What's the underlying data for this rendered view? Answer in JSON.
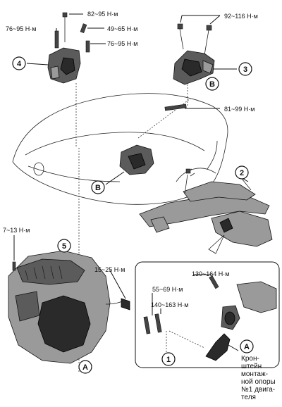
{
  "callouts": {
    "c1": "1",
    "c2": "2",
    "c3": "3",
    "c4": "4",
    "c5": "5",
    "cA_bottom": "A",
    "cA_inset": "A",
    "cB_left": "B",
    "cB_right": "B"
  },
  "torques": {
    "t_82_95": "82~95 Н·м",
    "t_76_95_left": "76~95 Н·м",
    "t_49_65": "49~65 Н·м",
    "t_76_95_right": "76~95 Н·м",
    "t_92_116": "92~116 Н·м",
    "t_81_99": "81~99 Н·м",
    "t_7_13": "7~13 Н·м",
    "t_15_25": "15~25 Н·м",
    "t_130_164": "130~164 Н·м",
    "t_55_69": "55~69 Н·м",
    "t_140_163": "140~163 Н·м"
  },
  "note": {
    "line1": "Крон-",
    "line2": "штейн",
    "line3": "монтаж-",
    "line4": "ной опоры",
    "line5": "№1 двига-",
    "line6": "теля"
  }
}
